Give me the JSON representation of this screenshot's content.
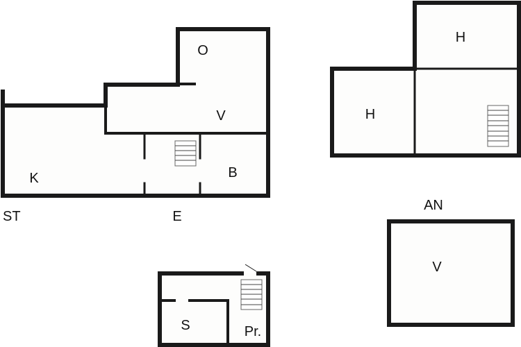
{
  "diagram": {
    "type": "floor-plan",
    "colors": {
      "wall": "#1a1a1a",
      "background": "#ffffff",
      "room": "#fdfdfc",
      "stair": "#666666"
    },
    "floors": [
      {
        "id": "st",
        "label": "ST",
        "rooms": [
          {
            "label": "O"
          },
          {
            "label": "V"
          },
          {
            "label": "K"
          },
          {
            "label": "B"
          }
        ],
        "has_stairs": true
      },
      {
        "id": "e",
        "label": "E"
      },
      {
        "id": "upper",
        "rooms": [
          {
            "label": "H"
          },
          {
            "label": "H"
          }
        ],
        "has_stairs": true
      },
      {
        "id": "an",
        "label": "AN",
        "rooms": [
          {
            "label": "V"
          }
        ]
      },
      {
        "id": "basement",
        "rooms": [
          {
            "label": "S"
          },
          {
            "label": "Pr."
          }
        ],
        "has_stairs": true
      }
    ]
  },
  "labels": {
    "st": "ST",
    "e": "E",
    "an": "AN",
    "room_o": "O",
    "room_v_ground": "V",
    "room_k": "K",
    "room_b": "B",
    "room_h_top": "H",
    "room_h_left": "H",
    "room_v_an": "V",
    "room_s": "S",
    "room_pr": "Pr."
  }
}
